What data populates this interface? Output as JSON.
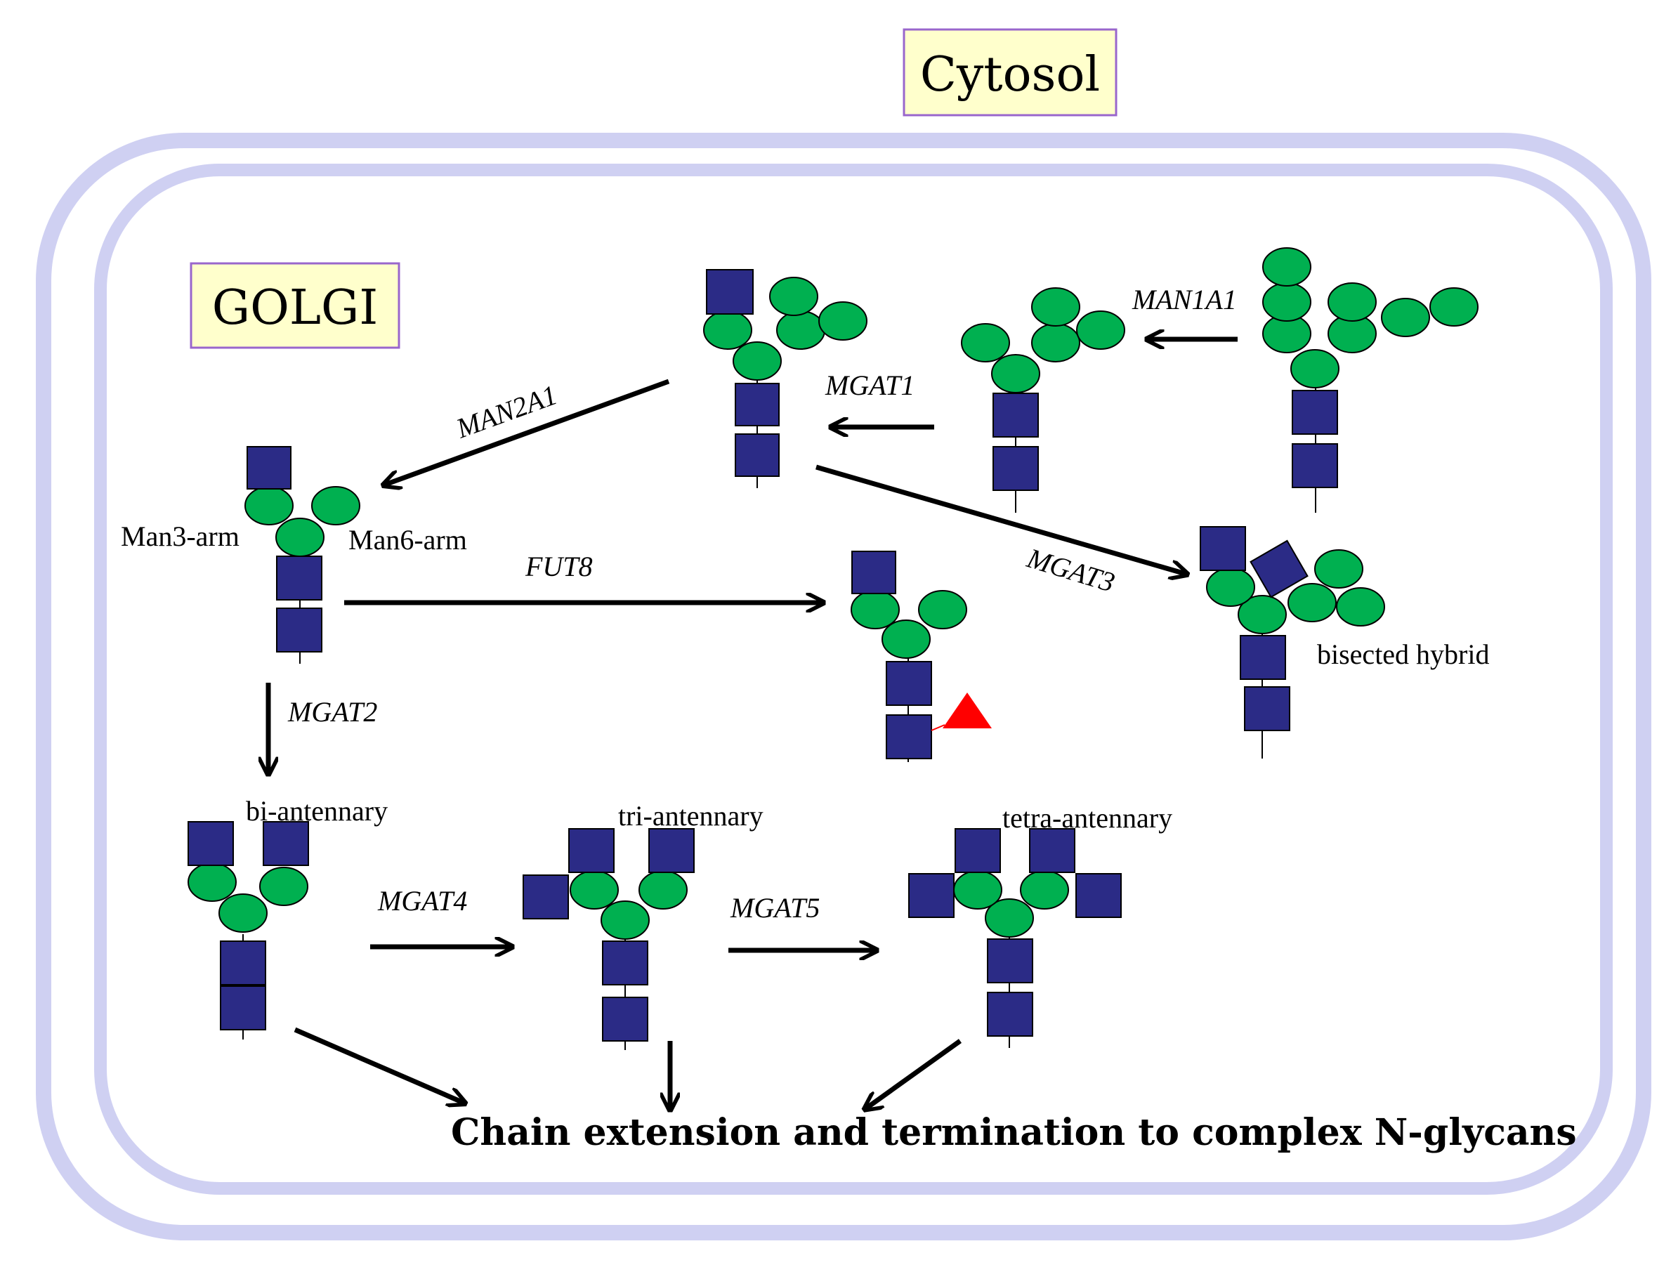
{
  "regions": {
    "cytosol": "Cytosol",
    "golgi": "GOLGI"
  },
  "enzymes": {
    "man1a1": "MAN1A1",
    "mgat1": "MGAT1",
    "man2a1": "MAN2A1",
    "mgat3": "MGAT3",
    "fut8": "FUT8",
    "mgat2": "MGAT2",
    "mgat4": "MGAT4",
    "mgat5": "MGAT5"
  },
  "labels": {
    "man3_arm": "Man3-arm",
    "man6_arm": "Man6-arm",
    "bisected_hybrid": "bisected hybrid",
    "bi_antennary": "bi-antennary",
    "tri_antennary": "tri-antennary",
    "tetra_antennary": "tetra-antennary"
  },
  "final_text": "Chain extension and termination to complex N-glycans",
  "colors": {
    "glcnac_square": "#2b2b86",
    "mannose_circle": "#00b050",
    "fucose_triangle": "#ff0000",
    "membrane": "#cfd0f2",
    "label_box_fill": "#ffffcc",
    "label_box_border": "#9966cc"
  }
}
